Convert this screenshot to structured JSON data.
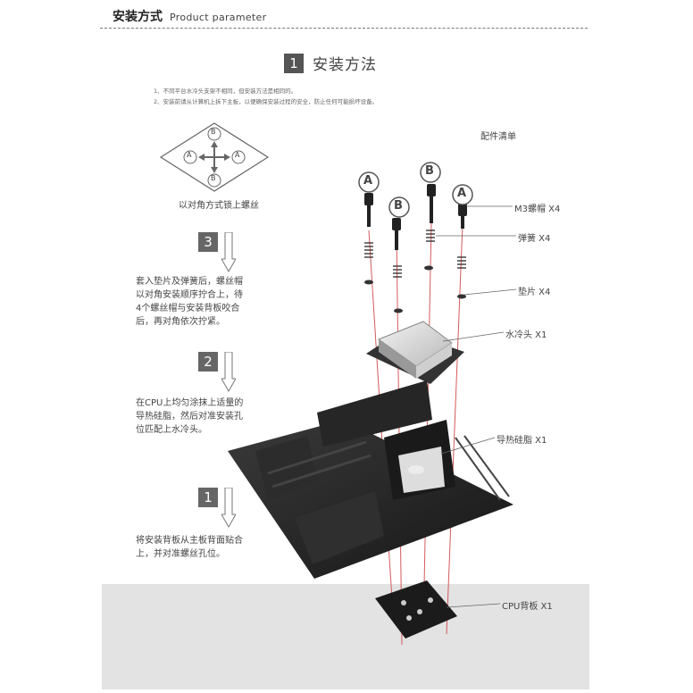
{
  "header": {
    "title_cn": "安装方式",
    "title_en": "Product parameter"
  },
  "section": {
    "number": "1",
    "title": "安装方法"
  },
  "notes": [
    "1、不同平台水冷头支架不相同，但安装方法是相同的。",
    "2、安装前请从计算机上拆下主板，以便确保安装过程的安全，防止任何可能损坏设备。"
  ],
  "parts_list_title": "配件清单",
  "diagram": {
    "caption": "以对角方式锁上螺丝",
    "top": "B",
    "bottom": "B",
    "left": "A",
    "right": "A"
  },
  "screws": [
    "A",
    "B",
    "B",
    "A"
  ],
  "steps": [
    {
      "number": "3",
      "text": "套入垫片及弹簧后，螺丝帽以对角安装顺序拧合上，待4个螺丝帽与安装背板咬合后，再对角依次拧紧。"
    },
    {
      "number": "2",
      "text": "在CPU上均匀涂抹上适量的导热硅脂，然后对准安装孔位匹配上水冷头。"
    },
    {
      "number": "1",
      "text": "将安装背板从主板背面贴合上，并对准螺丝孔位。"
    }
  ],
  "parts": [
    {
      "label": "M3螺帽 X4"
    },
    {
      "label": "弹簧 X4"
    },
    {
      "label": "垫片 X4"
    },
    {
      "label": "水冷头 X1"
    },
    {
      "label": "导热硅脂 X1"
    },
    {
      "label": "CPU背板 X1"
    }
  ]
}
